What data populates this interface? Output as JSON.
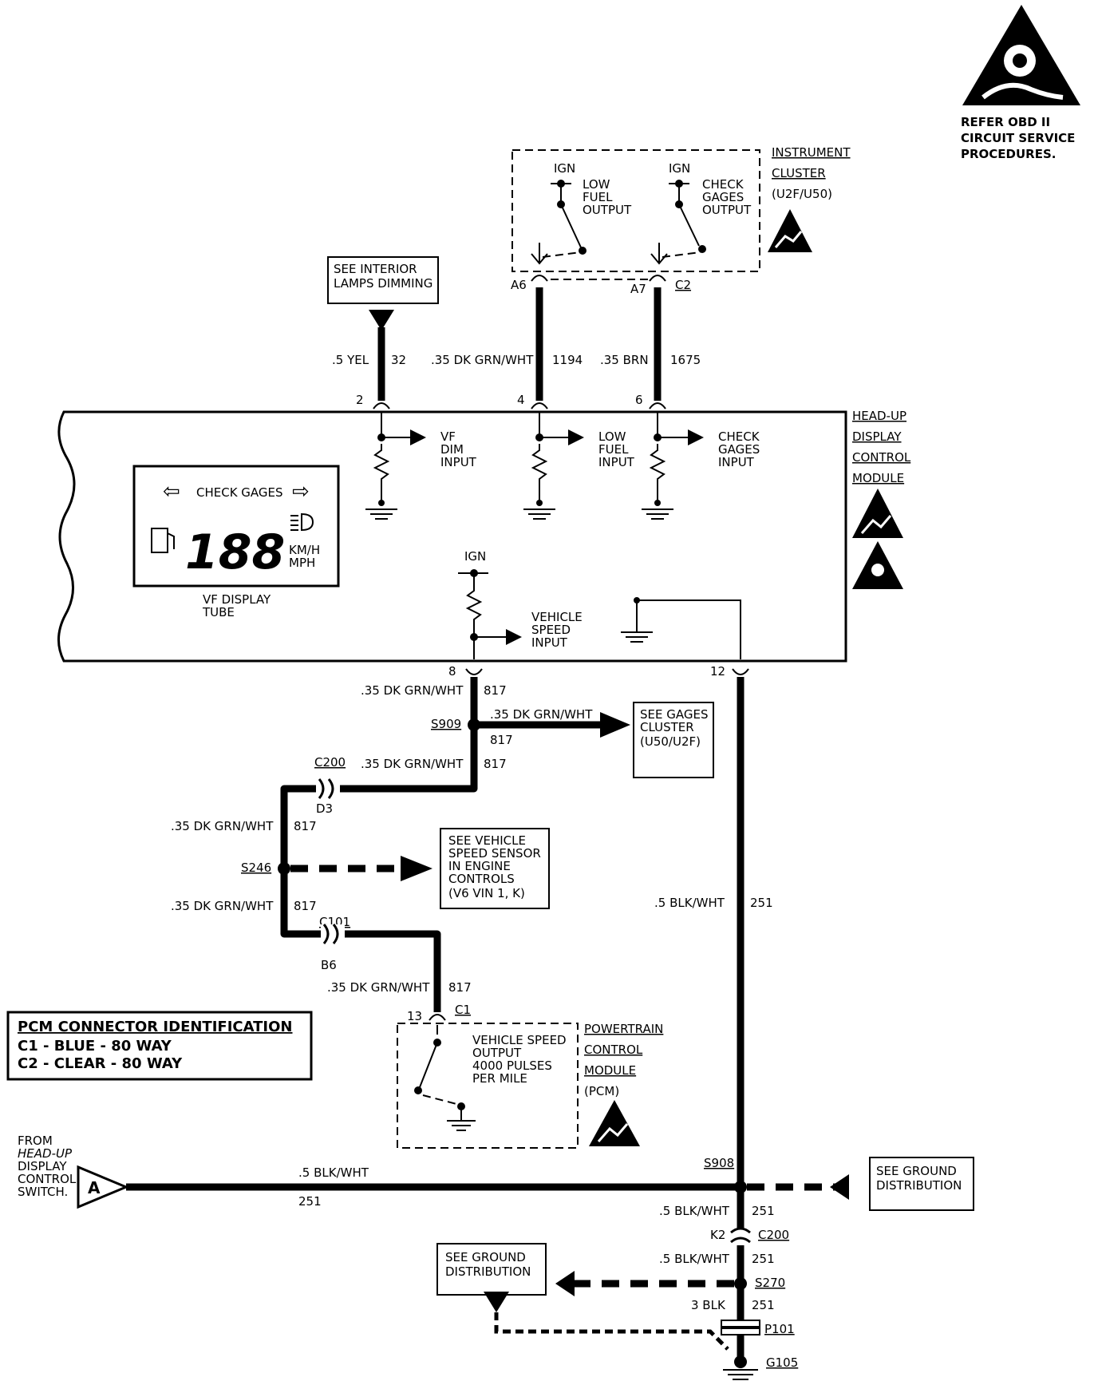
{
  "obd_note": [
    "REFER OBD II",
    "CIRCUIT SERVICE",
    "PROCEDURES."
  ],
  "instrument_cluster": {
    "name_lines": [
      "INSTRUMENT",
      "CLUSTER",
      "(U2F/U50)"
    ],
    "ign1": "IGN",
    "ign2": "IGN",
    "low_fuel_output": [
      "LOW",
      "FUEL",
      "OUTPUT"
    ],
    "check_gages_output": [
      "CHECK",
      "GAGES",
      "OUTPUT"
    ],
    "pin_a6": "A6",
    "pin_a7": "A7",
    "conn_c2": "C2"
  },
  "see_interior_lamps": [
    "SEE INTERIOR",
    "LAMPS DIMMING"
  ],
  "hud_inputs": {
    "wire_yel": ".5 YEL",
    "wire_yel_circuit": "32",
    "wire_grn": ".35 DK GRN/WHT",
    "wire_grn_circuit": "1194",
    "wire_brn": ".35 BRN",
    "wire_brn_circuit": "1675",
    "pin2": "2",
    "pin4": "4",
    "pin6": "6"
  },
  "hud_module": {
    "name_lines": [
      "HEAD-UP",
      "DISPLAY",
      "CONTROL",
      "MODULE"
    ],
    "vf_dim_input": [
      "VF",
      "DIM",
      "INPUT"
    ],
    "low_fuel_input": [
      "LOW",
      "FUEL",
      "INPUT"
    ],
    "check_gages_input": [
      "CHECK",
      "GAGES",
      "INPUT"
    ],
    "display_banner": "CHECK GAGES",
    "display_digits": "188",
    "speed_units": [
      "KM/H",
      "MPH"
    ],
    "vf_display_tube": [
      "VF DISPLAY",
      "TUBE"
    ],
    "ign": "IGN",
    "vehicle_speed_input": [
      "VEHICLE",
      "SPEED",
      "INPUT"
    ],
    "pin8": "8",
    "pin12": "12"
  },
  "vss_circuit": {
    "wire1": ".35 DK GRN/WHT",
    "wire1_circuit": "817",
    "s909": "S909",
    "branch_wire": ".35 DK GRN/WHT",
    "branch_circuit": "817",
    "see_gages_cluster": [
      "SEE GAGES",
      "CLUSTER",
      "(U50/U2F)"
    ],
    "c200": "C200",
    "wire2": ".35 DK GRN/WHT",
    "wire2_circuit": "817",
    "d3": "D3",
    "wire3": ".35 DK GRN/WHT",
    "wire3_circuit": "817",
    "s246": "S246",
    "see_vss": [
      "SEE VEHICLE",
      "SPEED SENSOR",
      "IN ENGINE",
      "CONTROLS",
      "(V6 VIN 1, K)"
    ],
    "wire4": ".35 DK GRN/WHT",
    "wire4_circuit": "817",
    "c101": "C101",
    "b6": "B6",
    "wire5": ".35 DK GRN/WHT",
    "wire5_circuit": "817",
    "pin13": "13",
    "c1": "C1"
  },
  "pcm": {
    "name_lines": [
      "POWERTRAIN",
      "CONTROL",
      "MODULE",
      "(PCM)"
    ],
    "vss_output": [
      "VEHICLE SPEED",
      "OUTPUT",
      "4000 PULSES",
      "PER MILE"
    ]
  },
  "pcm_connector_id": {
    "title": "PCM CONNECTOR IDENTIFICATION",
    "c1": "C1  -  BLUE  -  80 WAY",
    "c2": "C2  -  CLEAR  -  80 WAY"
  },
  "ground_circuit": {
    "wire_12": ".5 BLK/WHT",
    "wire_12_circuit": "251",
    "from_switch": [
      "FROM",
      "HEAD-UP",
      "DISPLAY",
      "CONTROL",
      "SWITCH."
    ],
    "ref_a": "A",
    "wire_a": ".5 BLK/WHT",
    "wire_a_circuit": "251",
    "s908": "S908",
    "see_ground1": [
      "SEE GROUND",
      "DISTRIBUTION"
    ],
    "wire_b": ".5 BLK/WHT",
    "wire_b_circuit": "251",
    "k2": "K2",
    "c200": "C200",
    "wire_c": ".5 BLK/WHT",
    "wire_c_circuit": "251",
    "s270": "S270",
    "see_ground2": [
      "SEE GROUND",
      "DISTRIBUTION"
    ],
    "wire_d": "3 BLK",
    "wire_d_circuit": "251",
    "p101": "P101",
    "g105": "G105"
  }
}
